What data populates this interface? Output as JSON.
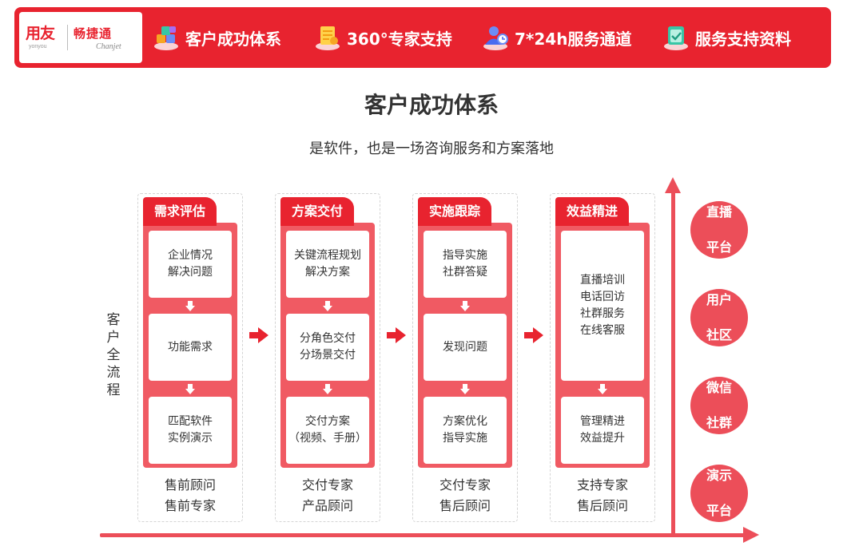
{
  "brand": {
    "yonyou_cn": "用友",
    "yonyou_en": "yonyou",
    "chanjet_cn": "畅捷通",
    "chanjet_en": "Chanjet"
  },
  "nav": [
    {
      "label": "客户成功体系",
      "icon": "blocks-icon"
    },
    {
      "label": "360°专家支持",
      "icon": "document-icon"
    },
    {
      "label": "7*24h服务通道",
      "icon": "user-clock-icon"
    },
    {
      "label": "服务支持资料",
      "icon": "clipboard-icon"
    }
  ],
  "title": "客户成功体系",
  "subtitle": "是软件，也是一场咨询服务和方案落地",
  "side_label": [
    "客",
    "户",
    "全",
    "流",
    "程"
  ],
  "columns": [
    {
      "tab": "需求评估",
      "cards": [
        [
          "企业情况",
          "解决问题"
        ],
        [
          "功能需求"
        ],
        [
          "匹配软件",
          "实例演示"
        ]
      ],
      "footer": [
        "售前顾问",
        "售前专家"
      ]
    },
    {
      "tab": "方案交付",
      "cards": [
        [
          "关键流程规划",
          "解决方案"
        ],
        [
          "分角色交付",
          "分场景交付"
        ],
        [
          "交付方案",
          "（视频、手册）"
        ]
      ],
      "footer": [
        "交付专家",
        "产品顾问"
      ]
    },
    {
      "tab": "实施跟踪",
      "cards": [
        [
          "指导实施",
          "社群答疑"
        ],
        [
          "发现问题"
        ],
        [
          "方案优化",
          "指导实施"
        ]
      ],
      "footer": [
        "交付专家",
        "售后顾问"
      ]
    },
    {
      "tab": "效益精进",
      "cards": [
        [
          "直播培训",
          "电话回访",
          "社群服务",
          "在线客服"
        ],
        [
          "管理精进",
          "效益提升"
        ]
      ],
      "footer": [
        "支持专家",
        "售后顾问"
      ]
    }
  ],
  "platforms": [
    [
      "直播",
      "平台"
    ],
    [
      "用户",
      "社区"
    ],
    [
      "微信",
      "社群"
    ],
    [
      "演示",
      "平台"
    ]
  ],
  "colors": {
    "primary": "#e8232f",
    "panel": "#f05a63",
    "axis": "#ec4e59"
  }
}
